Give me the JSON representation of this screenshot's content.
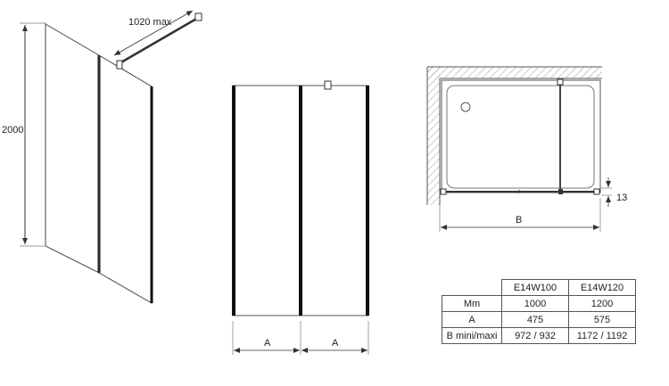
{
  "dimensions": {
    "height": "2000",
    "arm_max": "1020 max",
    "panel_width_a": "A",
    "overall_width_b": "B",
    "profile_offset": "13"
  },
  "spec_table": {
    "columns": [
      "",
      "E14W100",
      "E14W120"
    ],
    "rows": [
      [
        "Mm",
        "1000",
        "1200"
      ],
      [
        "A",
        "475",
        "575"
      ],
      [
        "B mini/maxi",
        "972 / 932",
        "1172 / 1192"
      ]
    ]
  }
}
